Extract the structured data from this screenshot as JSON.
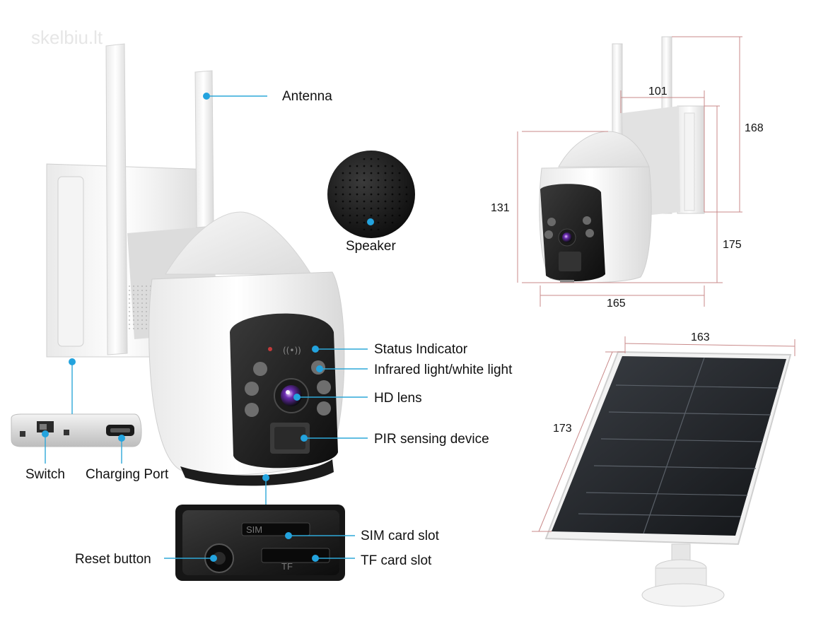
{
  "watermark": "skelbiu.lt",
  "labels": {
    "antenna": "Antenna",
    "speaker": "Speaker",
    "status_indicator": "Status Indicator",
    "infrared_light": "Infrared light/white light",
    "hd_lens": "HD lens",
    "pir_sensing": "PIR sensing device",
    "switch": "Switch",
    "charging_port": "Charging Port",
    "sim_slot": "SIM card slot",
    "tf_slot": "TF card slot",
    "reset_button": "Reset button"
  },
  "dimensions": {
    "camera_depth": "101",
    "camera_full_height": "168",
    "camera_body_height": "131",
    "camera_total_height": "175",
    "camera_width": "165",
    "panel_width": "163",
    "panel_height": "173"
  },
  "slot_markings": {
    "sim": "SIM",
    "tf": "TF"
  },
  "colors": {
    "leader": "#2ea8d8",
    "dot": "#23a3de",
    "dimension": "#c98a8a"
  }
}
